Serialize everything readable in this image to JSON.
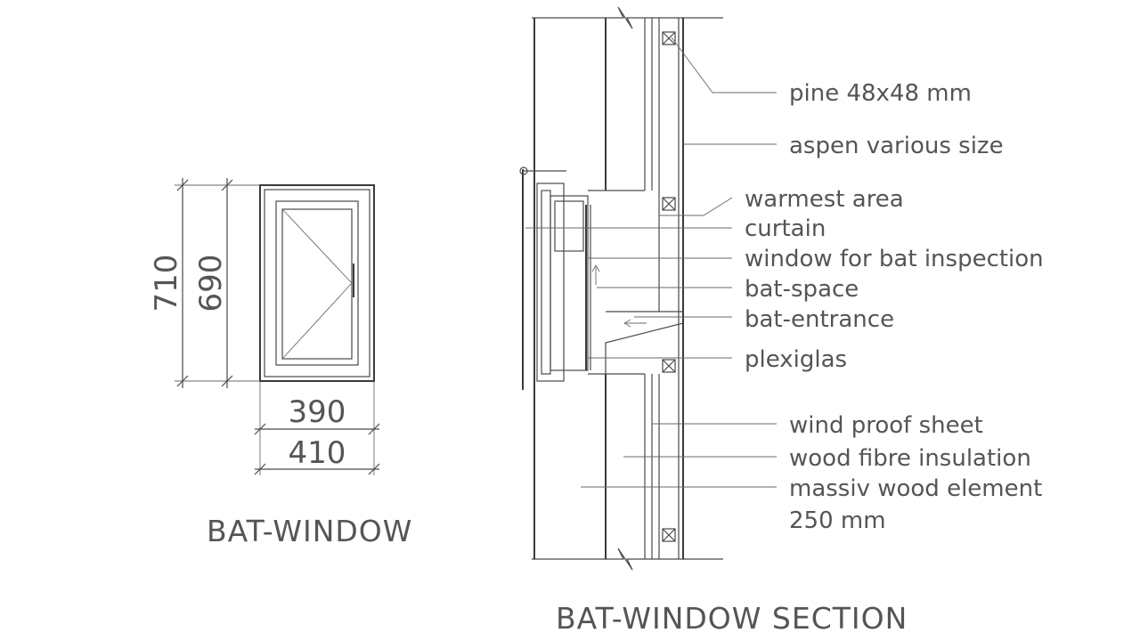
{
  "left_drawing": {
    "title": "BAT-WINDOW",
    "dimensions": {
      "outer_height": "710",
      "inner_height": "690",
      "inner_width": "390",
      "outer_width": "410"
    }
  },
  "section_drawing": {
    "title": "BAT-WINDOW SECTION",
    "labels": {
      "pine": "pine 48x48 mm",
      "aspen": "aspen various size",
      "warmest": "warmest area",
      "curtain": "curtain",
      "inspection": "window for bat inspection",
      "batspace": "bat-space",
      "entrance": "bat-entrance",
      "plexiglas": "plexiglas",
      "windproof": "wind proof sheet",
      "insulation": "wood fibre insulation",
      "massiv": "massiv wood element",
      "thickness": "250 mm"
    }
  }
}
